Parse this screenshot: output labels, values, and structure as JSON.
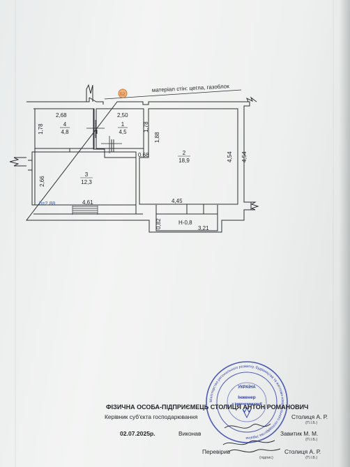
{
  "document": {
    "material_note": "матеріал стін: цегла, газоблок",
    "entrance_mark": "Б2"
  },
  "plan": {
    "dimensions": {
      "top_room4": "2,68",
      "top_room1": "2,50",
      "room4_left": "1,78",
      "room1_right": "1,78",
      "corridor_height": "1,88",
      "small_step": "0,68",
      "room3_left": "2,66",
      "room3_bottom": "4,61",
      "room2_right_inner": "4,54",
      "outer_right": "4,54",
      "room2_bottom": "4,45",
      "porch_left": "0,82",
      "porch_bottom": "3,21"
    },
    "rooms": [
      {
        "number": "4",
        "area": "4,8"
      },
      {
        "number": "1",
        "area": "4,5"
      },
      {
        "number": "2",
        "area": "18,9"
      },
      {
        "number": "3",
        "area": "12,3"
      }
    ],
    "ceiling_height": "h=2.88",
    "porch_label": "Н-0,8"
  },
  "footer": {
    "company": "ФІЗИЧНА ОСОБА-ПІДПРИЄМЕЦЬ СТОЛИЦЯ АНТОН РОМАНОВИЧ",
    "head_label": "Керівник суб'єкта господарювання",
    "head_name": "Столиця А. Р.",
    "date": "02.07.2025р.",
    "executor_label": "Виконав",
    "executor_name": "Завитик М. М.",
    "checker_label": "Перевірив",
    "checker_name": "Столиця А. Р.",
    "pib_caption": "(П.І.Б.)",
    "sign_caption": "(підпис)"
  },
  "stamp": {
    "center_line1": "Інженер",
    "center_line2": "з інвентаризації",
    "country": "УКРАЇНА",
    "ring_text": "Міністерство регіонального розвитку, будівництва та житлово-комунального господарства України"
  },
  "colors": {
    "ink": "#1d1f22",
    "stamp": "#2f3fb0",
    "ceiling_height": "#2a5fc0",
    "entrance_mark": "#d07a3a"
  }
}
